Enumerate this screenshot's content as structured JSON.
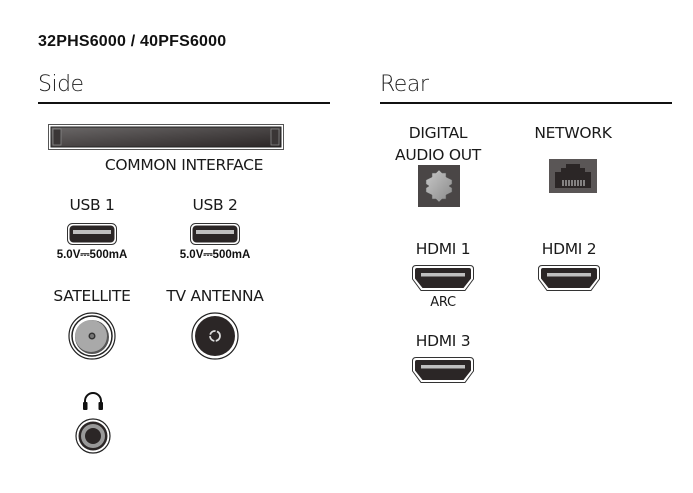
{
  "header": {
    "model": "32PHS6000 / 40PFS6000"
  },
  "side": {
    "title": "Side",
    "common_interface": {
      "label": "COMMON INTERFACE",
      "icon": "ci-slot-icon"
    },
    "usb": [
      {
        "label": "USB 1",
        "spec": "5.0V⎓500mA",
        "icon": "usb-port-icon"
      },
      {
        "label": "USB 2",
        "spec": "5.0V⎓500mA",
        "icon": "usb-port-icon"
      }
    ],
    "satellite": {
      "label": "SATELLITE",
      "icon": "satellite-connector-icon"
    },
    "antenna": {
      "label": "TV ANTENNA",
      "icon": "antenna-connector-icon"
    },
    "headphones": {
      "icon": "headphones-icon"
    }
  },
  "rear": {
    "title": "Rear",
    "digital_audio": {
      "label_line1": "DIGITAL",
      "label_line2": "AUDIO OUT",
      "icon": "optical-port-icon"
    },
    "network": {
      "label": "NETWORK",
      "icon": "ethernet-port-icon"
    },
    "hdmi": [
      {
        "label": "HDMI 1",
        "sub": "ARC",
        "icon": "hdmi-port-icon"
      },
      {
        "label": "HDMI 2",
        "icon": "hdmi-port-icon"
      },
      {
        "label": "HDMI 3",
        "icon": "hdmi-port-icon"
      }
    ]
  },
  "colors": {
    "port_dark": "#2b2626",
    "port_mid": "#4a4646",
    "port_light": "#a9a9a9",
    "rule": "#111111"
  }
}
